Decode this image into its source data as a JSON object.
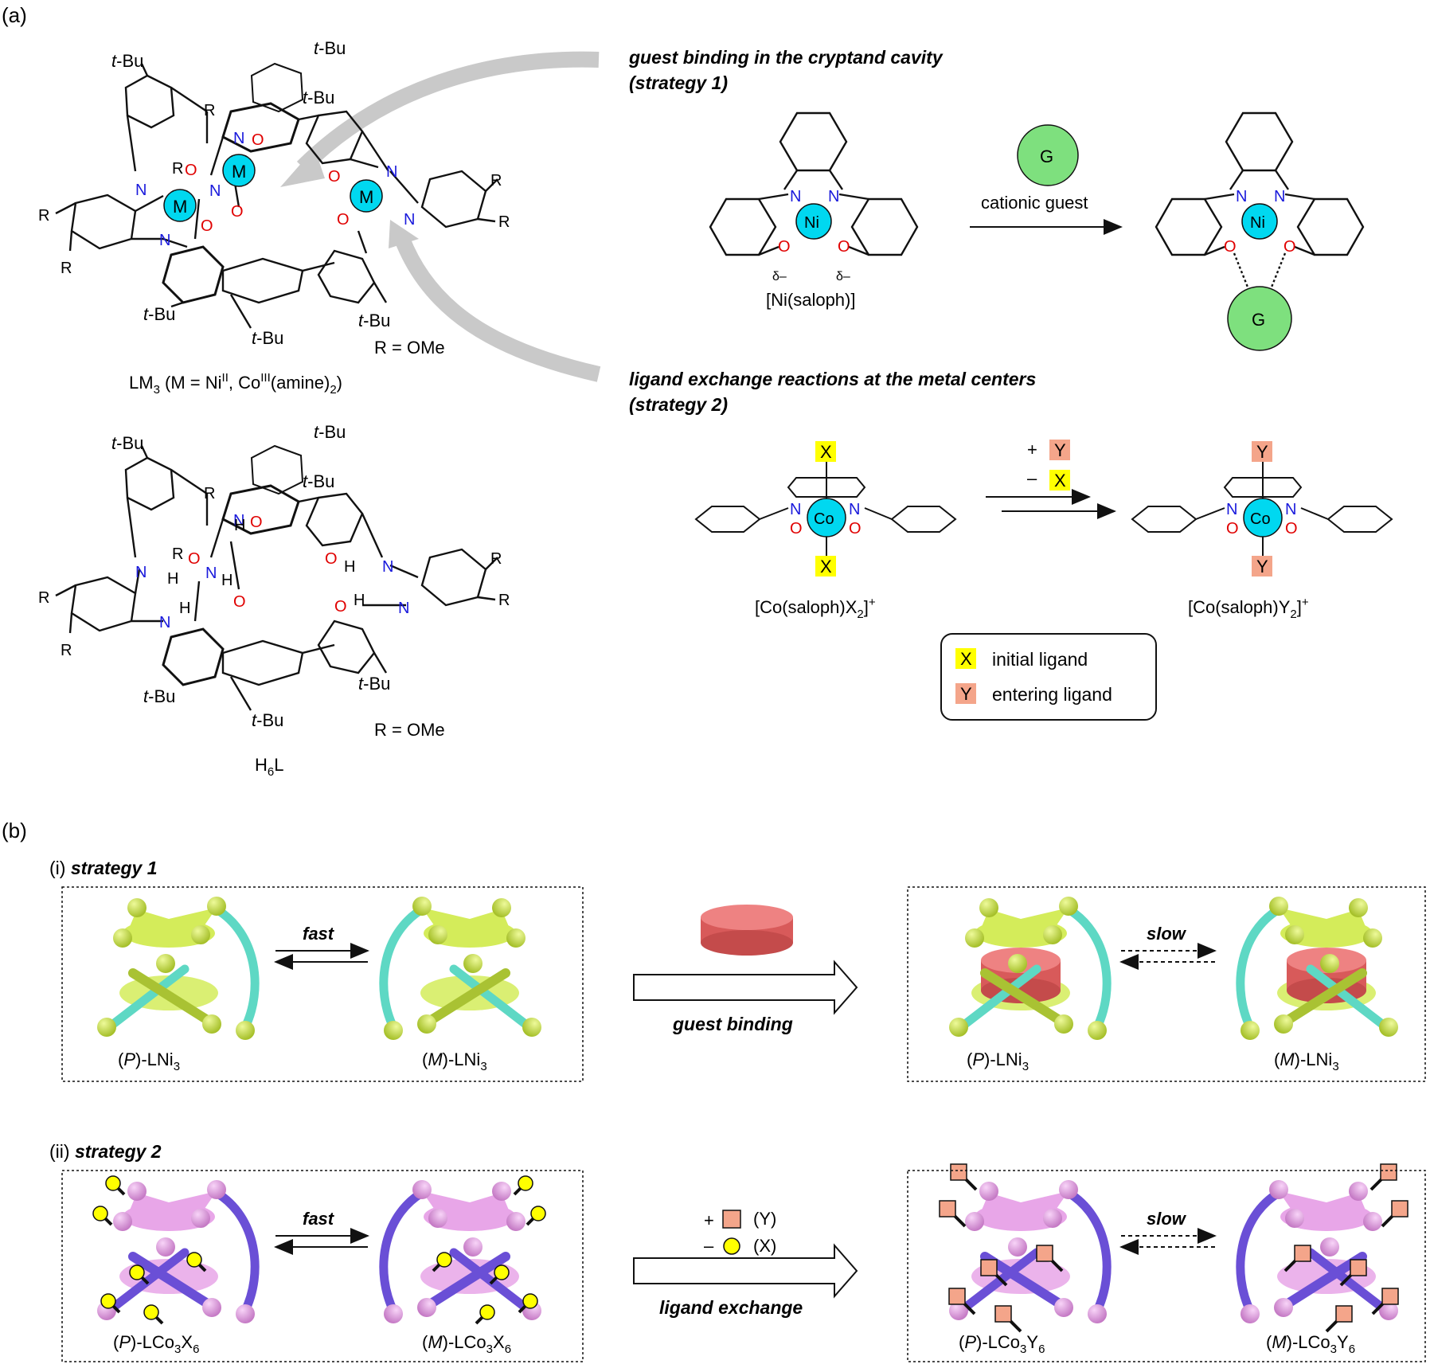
{
  "panel_a": {
    "label": "(a)",
    "complex": {
      "tbu": "t-Bu",
      "r_def": "R = OMe",
      "r": "R",
      "m": "M",
      "n": "N",
      "o": "O",
      "h": "H",
      "caption_main": "LM",
      "caption_sub": "3",
      "caption_rest": " (M = Ni",
      "caption_sup1": "II",
      "caption_mid": ", Co",
      "caption_sup2": "III",
      "caption_amine": "(amine)",
      "caption_sub2": "2",
      "caption_end": ")"
    },
    "ligand": {
      "caption_h": "H",
      "caption_sub": "6",
      "caption_l": "L",
      "r_def": "R = OMe"
    },
    "strategy1": {
      "title": "guest binding in the cryptand cavity",
      "subtitle": "(strategy 1)",
      "guest": "G",
      "arrow_label": "cationic guest",
      "metal": "Ni",
      "delta": "δ–",
      "complex_name": "[Ni(saloph)]"
    },
    "strategy2": {
      "title": "ligand exchange reactions at the metal centers",
      "subtitle": "(strategy 2)",
      "metal": "Co",
      "x": "X",
      "y": "Y",
      "plus": "+",
      "minus": "–",
      "start_name": "[Co(saloph)X",
      "start_sub": "2",
      "start_end": "]",
      "sup": "+",
      "end_name": "[Co(saloph)Y",
      "end_sub": "2",
      "end_end": "]",
      "legend_initial": "initial ligand",
      "legend_entering": "entering ligand"
    }
  },
  "panel_b": {
    "label": "(b)",
    "row1": {
      "prefix": "(i) ",
      "title": "strategy 1",
      "fast": "fast",
      "slow": "slow",
      "process": "guest binding",
      "p_name": "(P)-LNi",
      "m_name": "(M)-LNi",
      "sub": "3"
    },
    "row2": {
      "prefix": "(ii) ",
      "title": "strategy 2",
      "fast": "fast",
      "slow": "slow",
      "process": "ligand exchange",
      "plus_y": "+",
      "y_paren": "(Y)",
      "minus_x": "–",
      "x_paren": "(X)",
      "p_x_name": "(P)-LCo",
      "m_x_name": "(M)-LCo",
      "p_y_name": "(P)-LCo",
      "m_y_name": "(M)-LCo",
      "sub3": "3",
      "x6": "X",
      "y6": "Y",
      "sub6": "6"
    }
  },
  "colors": {
    "metal": "#00d8f0",
    "guest": "#7ee07e",
    "ligand_x": "#ffff00",
    "ligand_y": "#f4a58a",
    "nitrogen": "#1a1adc",
    "oxygen": "#e00000",
    "cage_green": "#d4ec5a",
    "cage_green_dark": "#a9c233",
    "cage_teal": "#5ed8c4",
    "cage_pink": "#e8a6e8",
    "cage_purple": "#6a4fd6",
    "guest_disk": "#e26868",
    "arrow_gray": "#c9c9c9"
  }
}
